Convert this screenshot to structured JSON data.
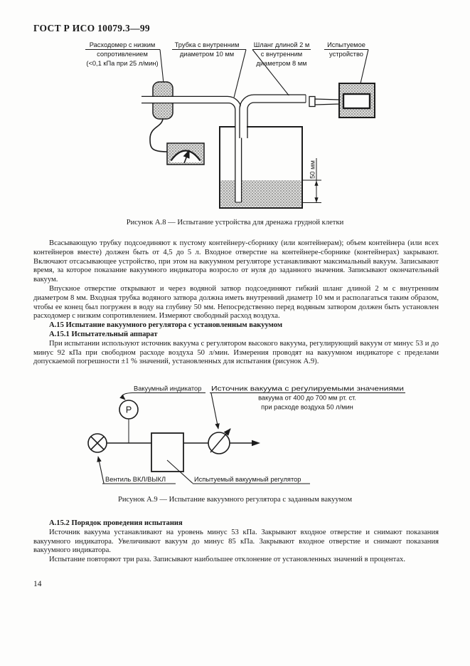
{
  "page": {
    "header": "ГОСТ Р ИСО 10079.3—99",
    "page_number": "14"
  },
  "figure_a8": {
    "caption": "Рисунок А.8 — Испытание устройства для дренажа грудной клетки",
    "labels": {
      "flowmeter_line1": "Расходомер с низким",
      "flowmeter_line2": "сопротивлением",
      "flowmeter_line3": "(<0,1 кПа при 25 л/мин)",
      "tube_line1": "Трубка с внутренним",
      "tube_line2": "диаметром 10 мм",
      "hose_line1": "Шланг длиной 2 м",
      "hose_line2": "с внутренним",
      "hose_line3": "диаметром 8 мм",
      "device_line1": "Испытуемое",
      "device_line2": "устройство",
      "depth_dimension": "50 мм"
    }
  },
  "figure_a9": {
    "caption": "Рисунок А.9 — Испытание вакуумного регулятора с заданным вакуумом",
    "labels": {
      "indicator": "Вакуумный индикатор",
      "source_line1": "Источник вакуума с регулируемыми значениями",
      "source_line2": "вакуума от 400 до 700 мм рт. ст.",
      "source_line3": "при расходе воздуха 50 л/мин",
      "valve": "Вентиль ВКЛ/ВЫКЛ",
      "regulator": "Испытуемый вакуумный регулятор",
      "gauge_symbol": "P"
    }
  },
  "content": {
    "para_suction": "Всасывающую трубку подсоединяют к пустому контейнеру-сборнику (или контейнерам); объем контейнера (или всех контейнеров вместе) должен быть от 4,5 до 5 л. Входное отверстие на контейнере-сборнике (контейнерах) закрывают. Включают отсасывающее устройство, при этом на вакуумном регуляторе устанавливают максимальный вакуум. Записывают время, за которое показание вакуумного индикатора возросло от нуля до заданного значения. Записывают окончательный вакуум.",
    "para_inlet": "Впускное отверстие открывают и через водяной затвор подсоединяют гибкий шланг длиной 2 м с внутренним диаметром 8 мм. Входная трубка водяного затвора должна иметь внутренний диаметр 10 мм и располагаться таким образом, чтобы ее конец был погружен в воду на глубину 50 мм. Непосредственно перед водяным затвором должен быть установлен расходомер с низким сопротивлением. Измеряют свободный расход воздуха.",
    "heading_a15": "А.15 Испытание вакуумного регулятора с установленным вакуумом",
    "heading_a15_1": "А.15.1 Испытательный аппарат",
    "para_apparatus": "При испытании используют источник вакуума с регулятором высокого вакуума, регулирующий вакуум от минус 53 и до минус 92 кПа при свободном расходе воздуха 50 л/мин. Измерения проводят на вакуумном индикаторе с пределами допускаемой погрешности ±1 % значений, установленных для испытания (рисунок А.9).",
    "heading_a15_2": "А.15.2 Порядок проведения испытания",
    "para_procedure": "Источник вакуума устанавливают на уровень минус 53 кПа. Закрывают входное отверстие и снимают показания вакуумного индикатора. Увеличивают вакуум до минус 85 кПа. Закрывают входное отверстие и снимают показания вакуумного индикатора.",
    "para_repeat": "Испытание повторяют три раза. Записывают наибольшее отклонение от установленных значений в процентах."
  }
}
